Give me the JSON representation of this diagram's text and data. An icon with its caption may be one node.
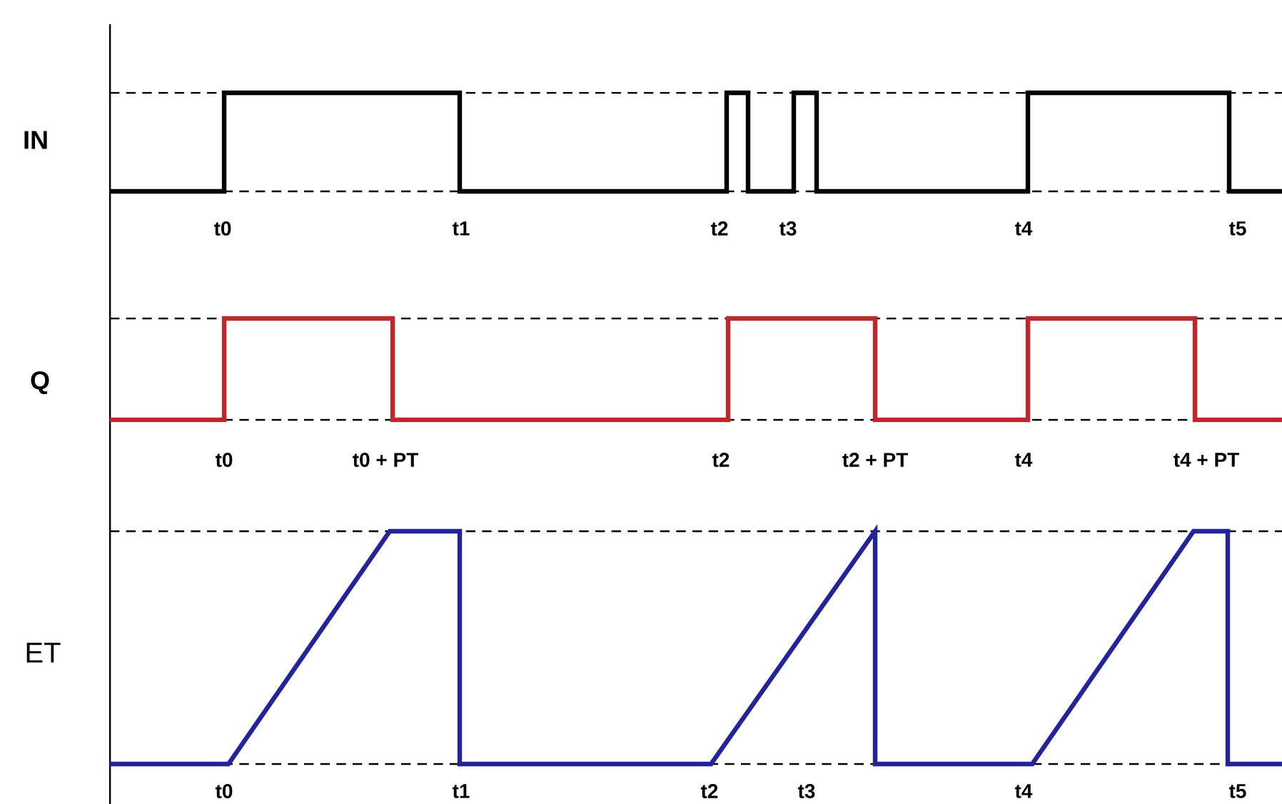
{
  "diagram": {
    "labels": [
      "IN",
      "t0",
      "t1",
      "t2",
      "t3",
      "t4",
      "t5",
      "Q",
      "t0",
      "t0 + PT",
      "t2",
      "t2 + PT",
      "t4",
      "t4 + PT",
      "ET",
      "t0",
      "t1",
      "t2",
      "t3",
      "t4",
      "t5"
    ]
  }
}
